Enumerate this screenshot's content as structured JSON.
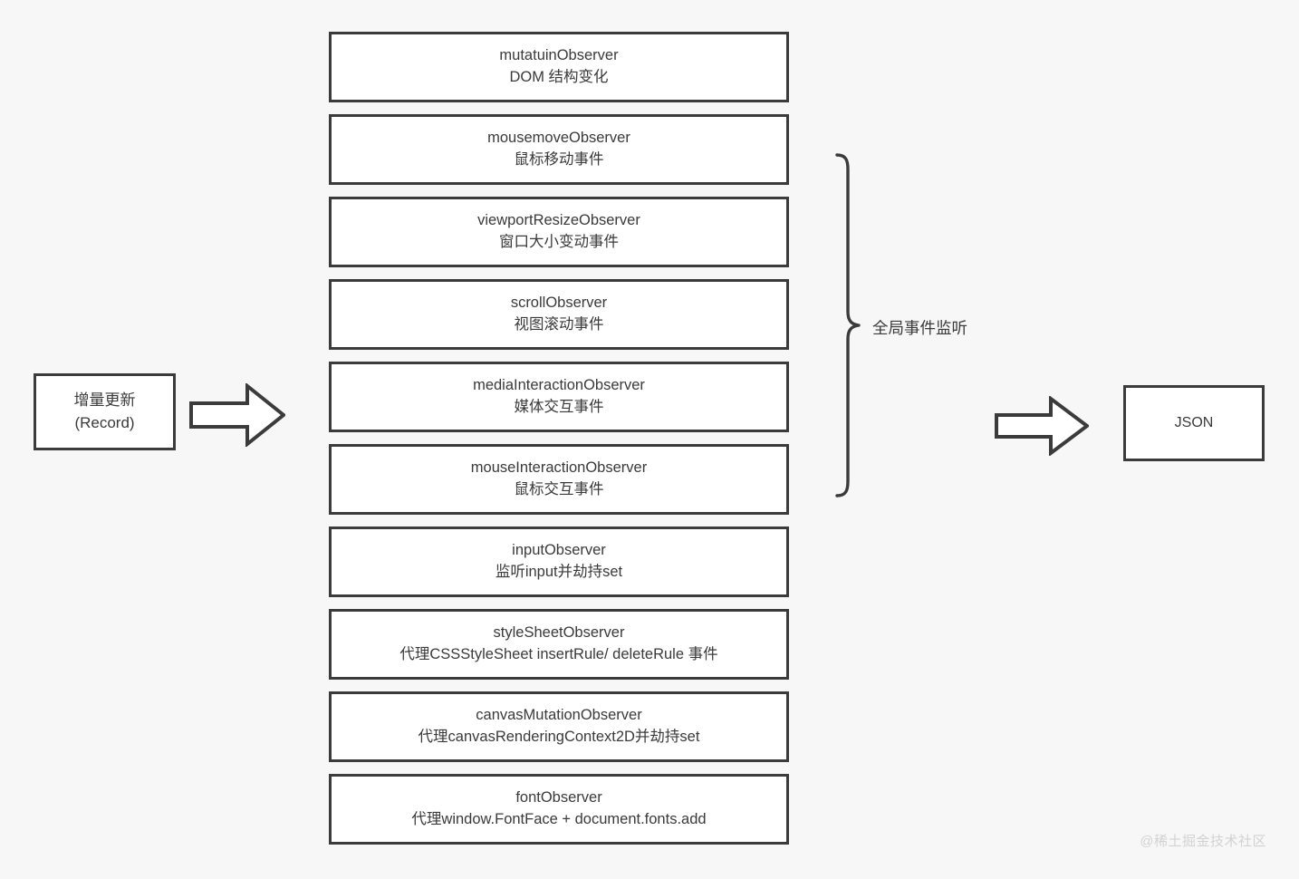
{
  "diagram": {
    "source": {
      "label_line1": "增量更新",
      "label_line2": "(Record)"
    },
    "output": {
      "label": "JSON"
    },
    "group_brace": {
      "label": "全局事件监听"
    },
    "observers": [
      {
        "title": "mutatuinObserver",
        "desc": "DOM 结构变化"
      },
      {
        "title": "mousemoveObserver",
        "desc": "鼠标移动事件"
      },
      {
        "title": "viewportResizeObserver",
        "desc": "窗口大小变动事件"
      },
      {
        "title": "scrollObserver",
        "desc": "视图滚动事件"
      },
      {
        "title": "mediaInteractionObserver",
        "desc": "媒体交互事件"
      },
      {
        "title": "mouseInteractionObserver",
        "desc": "鼠标交互事件"
      },
      {
        "title": "inputObserver",
        "desc": "监听input并劫持set"
      },
      {
        "title": "styleSheetObserver",
        "desc": "代理CSSStyleSheet insertRule/ deleteRule 事件"
      },
      {
        "title": "canvasMutationObserver",
        "desc": "代理canvasRenderingContext2D并劫持set"
      },
      {
        "title": "fontObserver",
        "desc": "代理window.FontFace + document.fonts.add"
      }
    ],
    "arrows": [
      {
        "name": "arrow-record-to-observers"
      },
      {
        "name": "arrow-observers-to-json"
      }
    ],
    "watermark": "@稀土掘金技术社区",
    "colors": {
      "background": "#f7f7f7",
      "node_fill": "#ffffff",
      "stroke": "#3b3b3b",
      "text": "#3a3a3a",
      "watermark": "#d2d2d2"
    }
  }
}
